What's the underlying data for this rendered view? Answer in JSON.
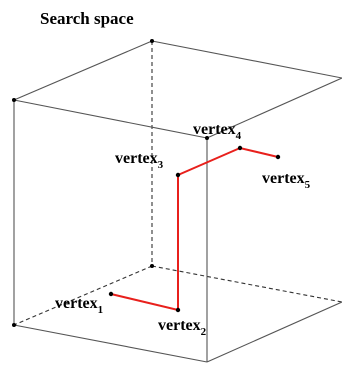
{
  "title": "Search space",
  "vertices": [
    {
      "name": "vertex",
      "sub": "1"
    },
    {
      "name": "vertex",
      "sub": "2"
    },
    {
      "name": "vertex",
      "sub": "3"
    },
    {
      "name": "vertex",
      "sub": "4"
    },
    {
      "name": "vertex",
      "sub": "5"
    }
  ],
  "colors": {
    "edge": "#555555",
    "hidden_edge": "#333333",
    "path": "#e8201c",
    "point": "#000000"
  }
}
